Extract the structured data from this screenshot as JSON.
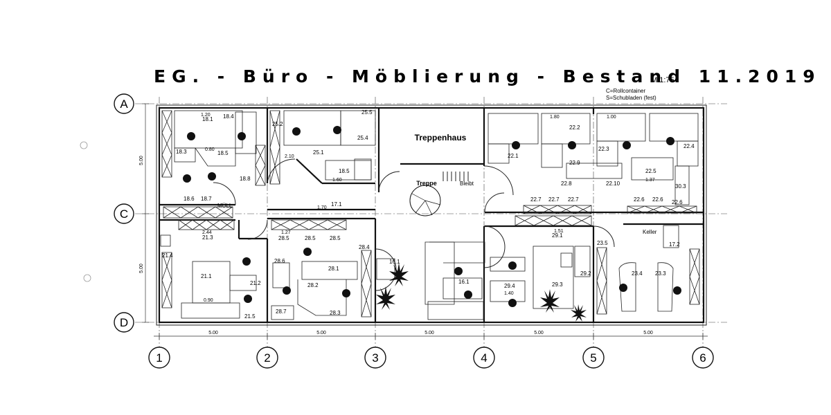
{
  "title": "EG. - Büro - Möblierung - Bestand 11.2019",
  "scale": "M.1:75",
  "legend": [
    "C=Rollcontainer",
    "S=Schubladen (fest)"
  ],
  "axes_rows": [
    "A",
    "C",
    "D"
  ],
  "axes_cols": [
    "1",
    "2",
    "3",
    "4",
    "5",
    "6"
  ],
  "dims_bottom": [
    "5.00",
    "5.00",
    "5.00",
    "5.00",
    "5.00"
  ],
  "dims_side": [
    "5.00",
    "5.00"
  ],
  "special_labels": {
    "stair_hall": "Treppenhaus",
    "stair": "Treppe",
    "remains": "Bleibt",
    "waste": "MÜLL",
    "cellar": "Keller"
  },
  "rooms": [
    "18.1",
    "18.4",
    "18.3",
    "18.5",
    "18.6",
    "18.7",
    "18.8",
    "25.1",
    "25.2",
    "25.4",
    "25.5",
    "18.5",
    "22.1",
    "22.2",
    "22.3",
    "22.4",
    "22.5",
    "22.9",
    "22.8",
    "22.10",
    "30.3",
    "17.1",
    "22.7",
    "22.7",
    "22.7",
    "22.6",
    "22.6",
    "22.6",
    "21.3",
    "21.4",
    "21.1",
    "21.2",
    "21.5",
    "28.5",
    "28.5",
    "28.5",
    "28.4",
    "28.6",
    "28.1",
    "28.2",
    "28.3",
    "28.7",
    "16.1",
    "16.1",
    "29.1",
    "29.3",
    "29.2",
    "29.4",
    "23.5",
    "23.4",
    "23.3",
    "17.2"
  ],
  "dims_misc": [
    "1.20",
    "1.60",
    "1.80",
    "1.40",
    "1.00",
    "0.80",
    "2.44",
    "1.27",
    "1.70",
    "1.51",
    "2.10",
    "1.37",
    "0.90"
  ]
}
